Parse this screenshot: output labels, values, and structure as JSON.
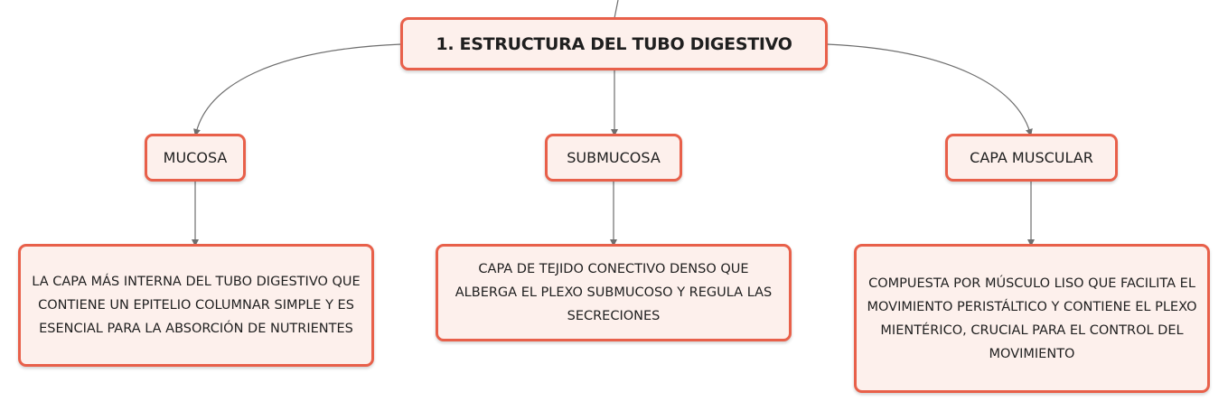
{
  "root": {
    "title": "1. ESTRUCTURA DEL TUBO DIGESTIVO"
  },
  "branches": [
    {
      "label": "MUCOSA",
      "description": "LA CAPA MÁS INTERNA DEL TUBO DIGESTIVO QUE CONTIENE UN EPITELIO COLUMNAR SIMPLE Y ES ESENCIAL PARA LA ABSORCIÓN DE NUTRIENTES"
    },
    {
      "label": "SUBMUCOSA",
      "description": "CAPA DE TEJIDO CONECTIVO DENSO QUE ALBERGA EL PLEXO SUBMUCOSO Y REGULA LAS SECRECIONES"
    },
    {
      "label": "CAPA MUSCULAR",
      "description": "COMPUESTA POR MÚSCULO LISO QUE FACILITA EL MOVIMIENTO PERISTÁLTICO Y CONTIENE EL PLEXO MIENTÉRICO, CRUCIAL PARA EL CONTROL DEL MOVIMIENTO"
    }
  ],
  "colors": {
    "node_border": "#e8604a",
    "node_fill": "#fdf0ec",
    "connector": "#6e6e6e"
  }
}
